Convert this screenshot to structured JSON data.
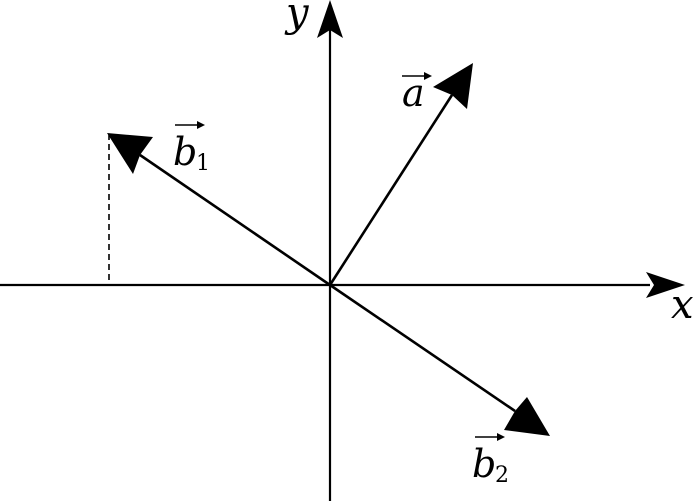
{
  "axes": {
    "x_label": "x",
    "y_label": "y"
  },
  "vectors": {
    "a": {
      "letter": "a",
      "subscript": ""
    },
    "b1": {
      "letter": "b",
      "subscript": "1"
    },
    "b2": {
      "letter": "b",
      "subscript": "2"
    }
  },
  "colors": {
    "stroke": "#000000",
    "background": "#ffffff"
  }
}
